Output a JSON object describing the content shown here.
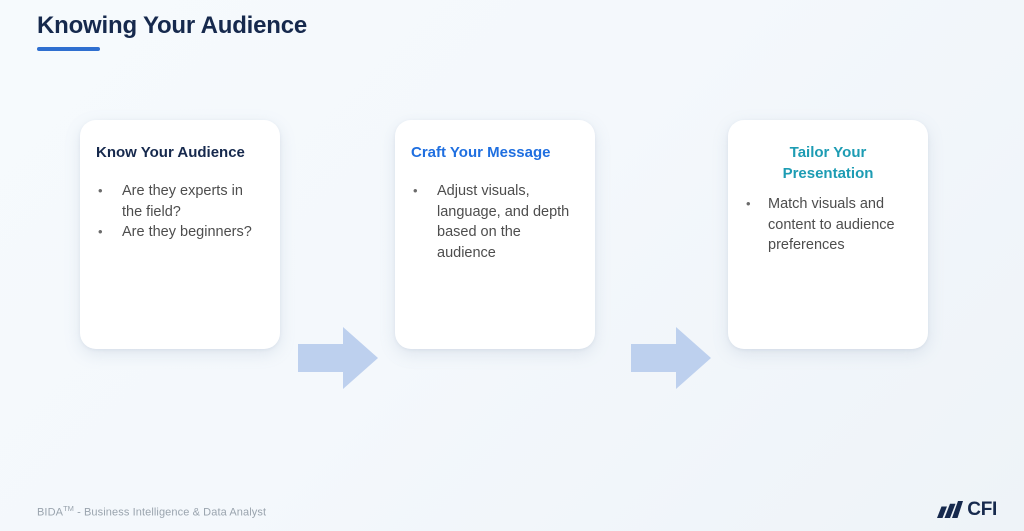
{
  "slide": {
    "title": "Knowing Your Audience",
    "accent_underline_color": "#2f6fd0",
    "background_color": "#f5f9fc"
  },
  "cards": [
    {
      "title": "Know Your Audience",
      "title_color": "#16294d",
      "bullets": [
        "Are they experts in the field?",
        "Are they beginners?"
      ]
    },
    {
      "title": "Craft Your Message",
      "title_color": "#1f6fe0",
      "bullets": [
        "Adjust visuals, language, and depth based on the audience"
      ]
    },
    {
      "title": "Tailor Your Presentation",
      "title_color": "#1d9cb3",
      "bullets": [
        "Match visuals and content to audience preferences"
      ]
    }
  ],
  "arrows": [
    {
      "name": "arrow-right-icon",
      "color": "#bdd0ee"
    },
    {
      "name": "arrow-right-icon",
      "color": "#bdd0ee"
    }
  ],
  "footer": {
    "program_prefix": "BIDA",
    "trademark": "TM",
    "program_suffix": " - Business Intelligence & Data Analyst",
    "logo_text": "CFI",
    "logo_color": "#16294d"
  }
}
